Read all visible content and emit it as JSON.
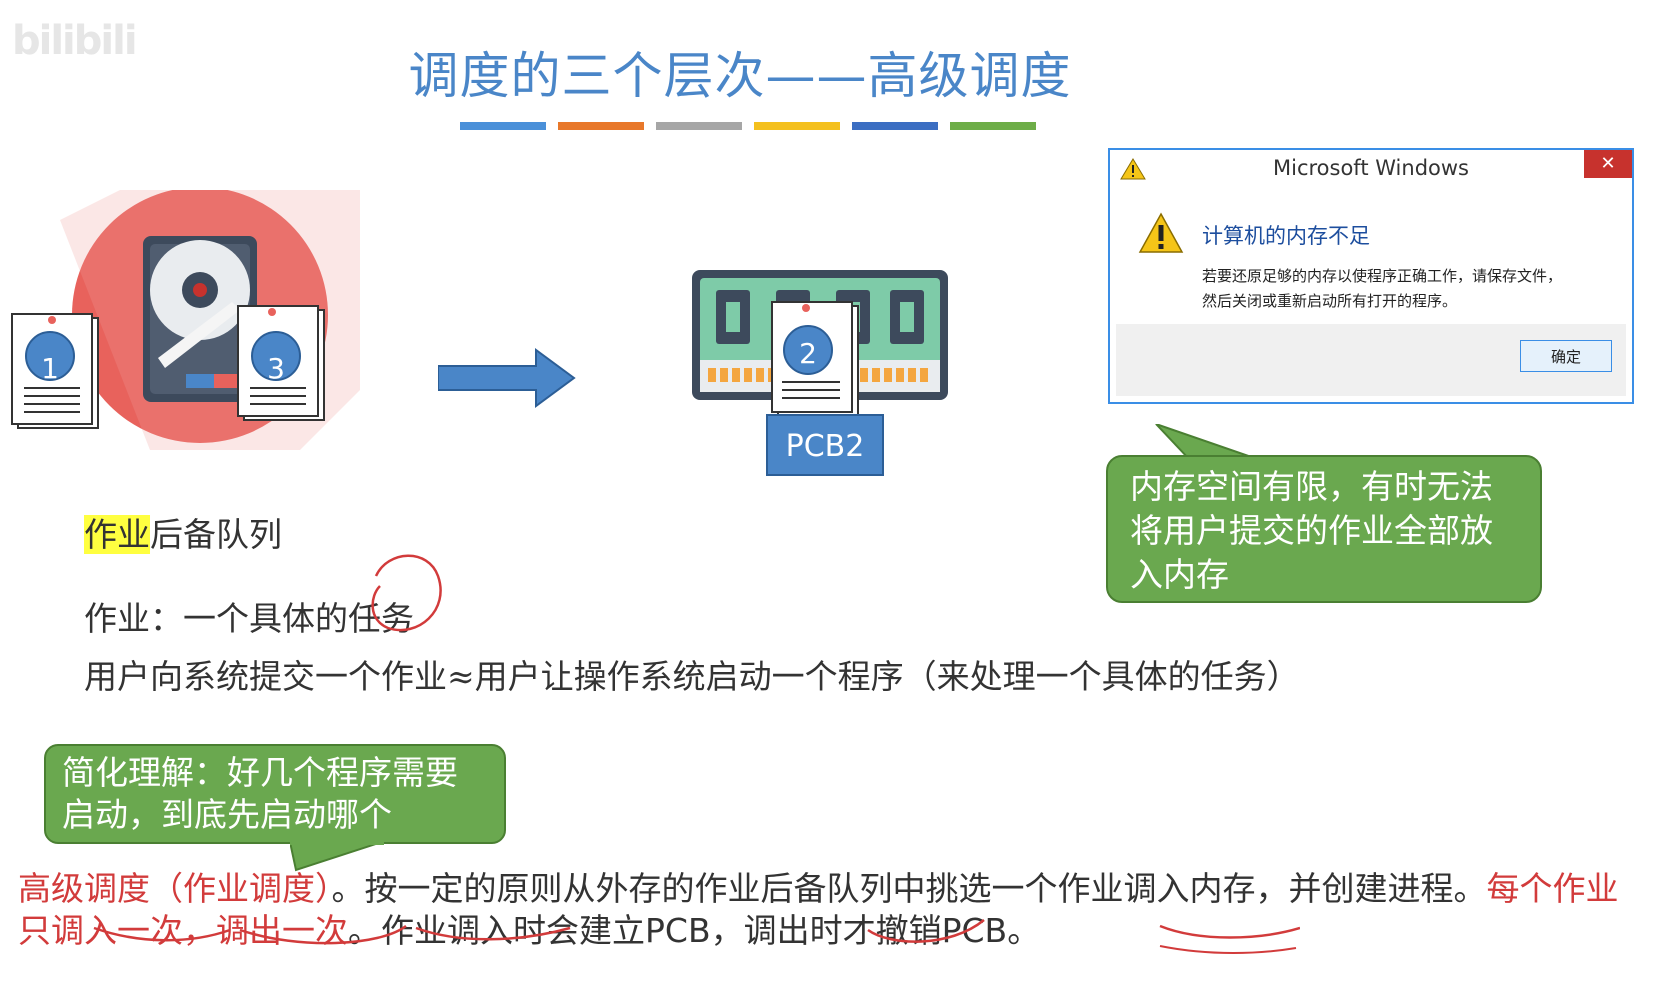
{
  "title": "调度的三个层次——高级调度",
  "watermark": "bilibili",
  "color_bars": [
    "#4a90d9",
    "#e8782a",
    "#a6a6a6",
    "#f4c01e",
    "#3b6ec2",
    "#6dad47"
  ],
  "dialog": {
    "title": "Microsoft Windows",
    "close": "✕",
    "heading": "计算机的内存不足",
    "message_line1": "若要还原足够的内存以使程序正确工作，请保存文件，",
    "message_line2": "然后关闭或重新启动所有打开的程序。",
    "ok": "确定"
  },
  "docs": {
    "doc1": "1",
    "doc2": "2",
    "doc3": "3"
  },
  "pcb_label": "PCB2",
  "queue_label": {
    "highlight": "作业",
    "rest": "后备队列"
  },
  "job_def": "作业：一个具体的任务",
  "submit_line": "用户向系统提交一个作业≈用户让操作系统启动一个程序（来处理一个具体的任务）",
  "callout_memory": "内存空间有限，有时无法将用户提交的作业全部放入内存",
  "callout_simplify": "简化理解：好几个程序需要启动，到底先启动哪个",
  "bottom": {
    "red1": "高级调度（作业调度）",
    "t1": "。按一定的原则从外存的作业后备队列中挑选一个作业调入内存，并创建进程。",
    "red2": "每个作业只调入一次，调出一次",
    "t2": "。作业调入时会建立",
    "pcb1": "PCB",
    "t3": "，调出时才撤销",
    "pcb2": "PCB",
    "t4": "。"
  }
}
